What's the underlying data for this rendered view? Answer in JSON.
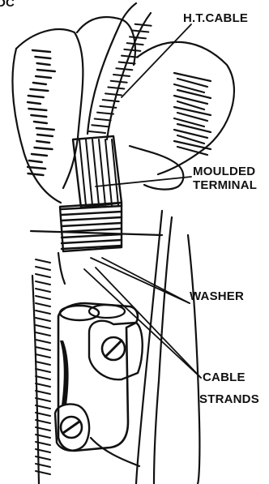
{
  "labels": {
    "ht_cable": "H.T.CABLE",
    "moulded_terminal_line1": "MOULDED",
    "moulded_terminal_line2": "TERMINAL",
    "washer": "WASHER",
    "cable_strands_line1": "CABLE",
    "cable_strands_line2": "STRANDS",
    "corner_fragment": "DC"
  },
  "ink_color": "#111111",
  "paper_color": "#ffffff"
}
